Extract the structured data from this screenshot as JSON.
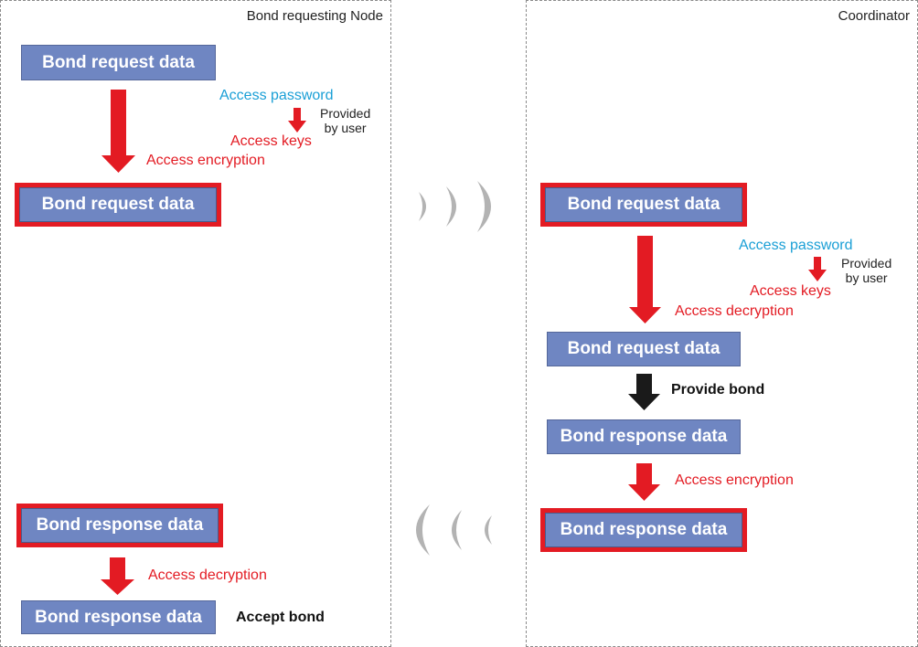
{
  "node": {
    "title": "Bond requesting Node",
    "box1": "Bond request data",
    "access_password": "Access password",
    "provided_line1": "Provided",
    "provided_line2": "by user",
    "access_keys": "Access keys",
    "access_encryption": "Access encryption",
    "box2": "Bond request data",
    "box3": "Bond response data",
    "access_decryption": "Access decryption",
    "box4": "Bond response data",
    "accept_bond": "Accept bond"
  },
  "coordinator": {
    "title": "Coordinator",
    "box1": "Bond request data",
    "access_password": "Access password",
    "provided_line1": "Provided",
    "provided_line2": "by user",
    "access_keys": "Access keys",
    "access_decryption": "Access decryption",
    "box2": "Bond request data",
    "provide_bond": "Provide bond",
    "box3": "Bond response data",
    "access_encryption": "Access encryption",
    "box4": "Bond response data"
  },
  "colors": {
    "box_fill": "#6f86c2",
    "encryption_border": "#e31b23",
    "arrow_red": "#e31b23",
    "arrow_black": "#1a1a1a",
    "password_text": "#1a9fd6",
    "wave": "#b3b3b3"
  }
}
